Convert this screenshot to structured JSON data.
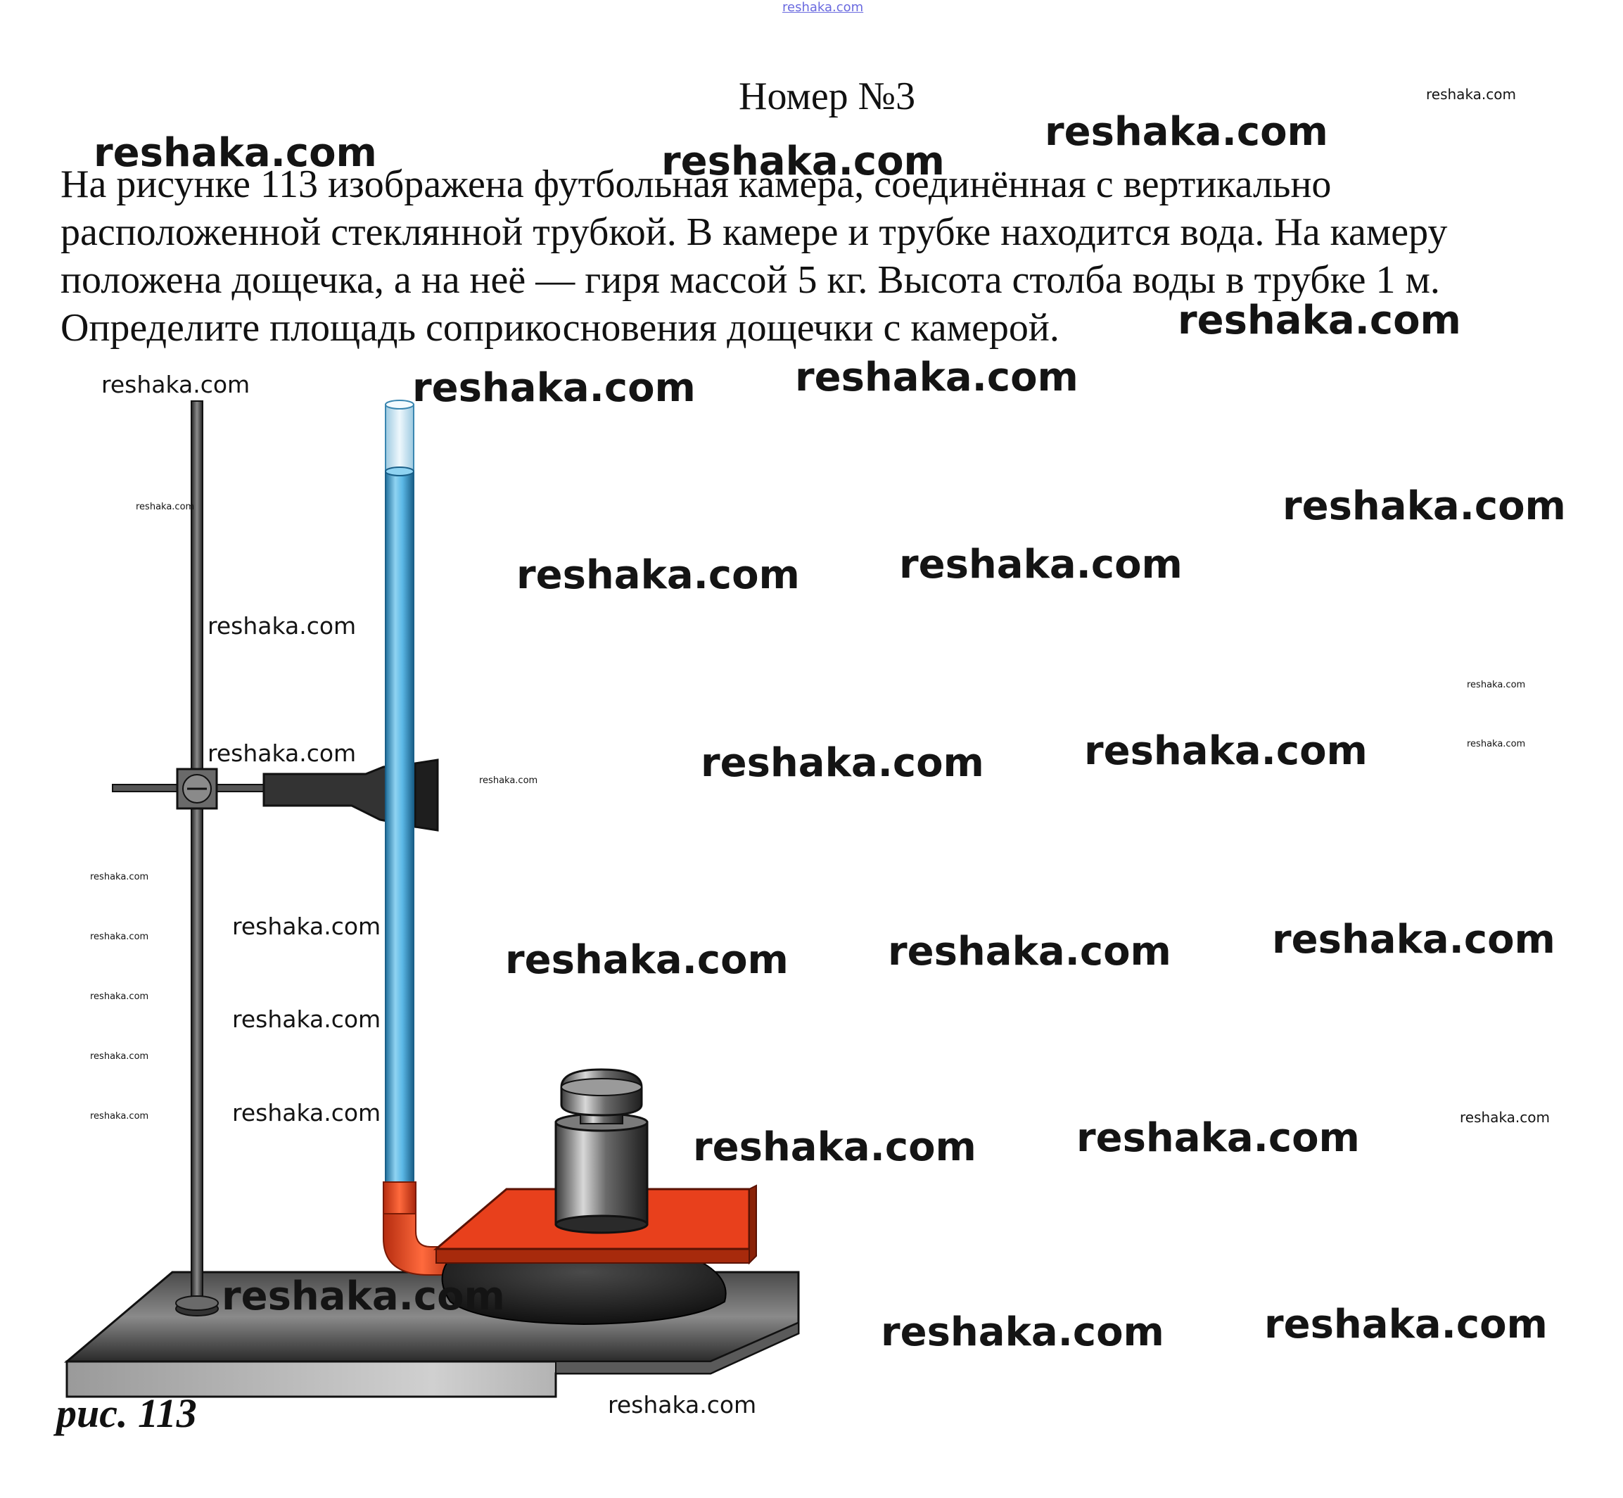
{
  "header": {
    "title": "Номер №3"
  },
  "problem": {
    "lines": [
      "На рисунке 113 изображена футбольная камера, соединённая с вертикально",
      "расположенной стеклянной трубкой. В камере и трубке находится вода. На камеру",
      "положена дощечка, а на неё — гиря массой 5 кг. Высота столба воды в трубке 1 м.",
      "Определите площадь соприкосновения дощечки с камерой."
    ]
  },
  "figure": {
    "caption": "рис. 113"
  },
  "watermark": {
    "text": "reshaka.com"
  },
  "colors": {
    "water": "#5bb8e6",
    "tube_glass": "#d8eef9",
    "hose": "#e8401c",
    "board": "#e8401c",
    "stand": "#3a3a3a",
    "watermark_top": "#6a6adf"
  }
}
